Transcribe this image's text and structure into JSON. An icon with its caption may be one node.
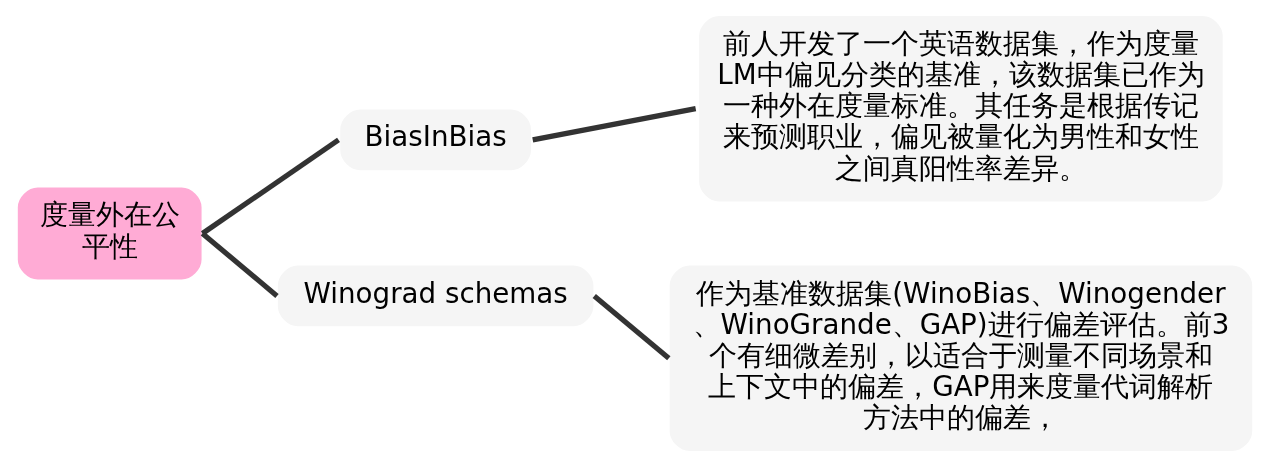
{
  "diagram": {
    "nodes": [
      {
        "text": [
          "度量外在公平性"
        ]
      },
      {
        "text": [
          "BiasInBias"
        ]
      },
      {
        "text": [
          "前人开发了一个英语数据集，作为度量LM中偏见分类的基准，该数据集已作为一种外在度量标准。其任务是根据传记来预测职业，偏见被量化为男性和女性之间真阳性率差异。"
        ]
      },
      {
        "text": [
          "Winograd schemas"
        ]
      },
      {
        "text": [
          "作为基准数据集(WinoBias、Winogender、WinoGrande、GAP)进行偏差评估。前3个有细微差别，以适合于测量不同场景和上下文中的偏差，GAP用来度量代词解析方法中的偏差，"
        ]
      }
    ],
    "edges": [
      {
        "from": 0,
        "to": 1,
        "arrow": "none"
      },
      {
        "from": 0,
        "to": 3,
        "arrow": "none"
      },
      {
        "from": 1,
        "to": 2,
        "arrow": "none"
      },
      {
        "from": 3,
        "to": 4,
        "arrow": "none"
      }
    ]
  }
}
